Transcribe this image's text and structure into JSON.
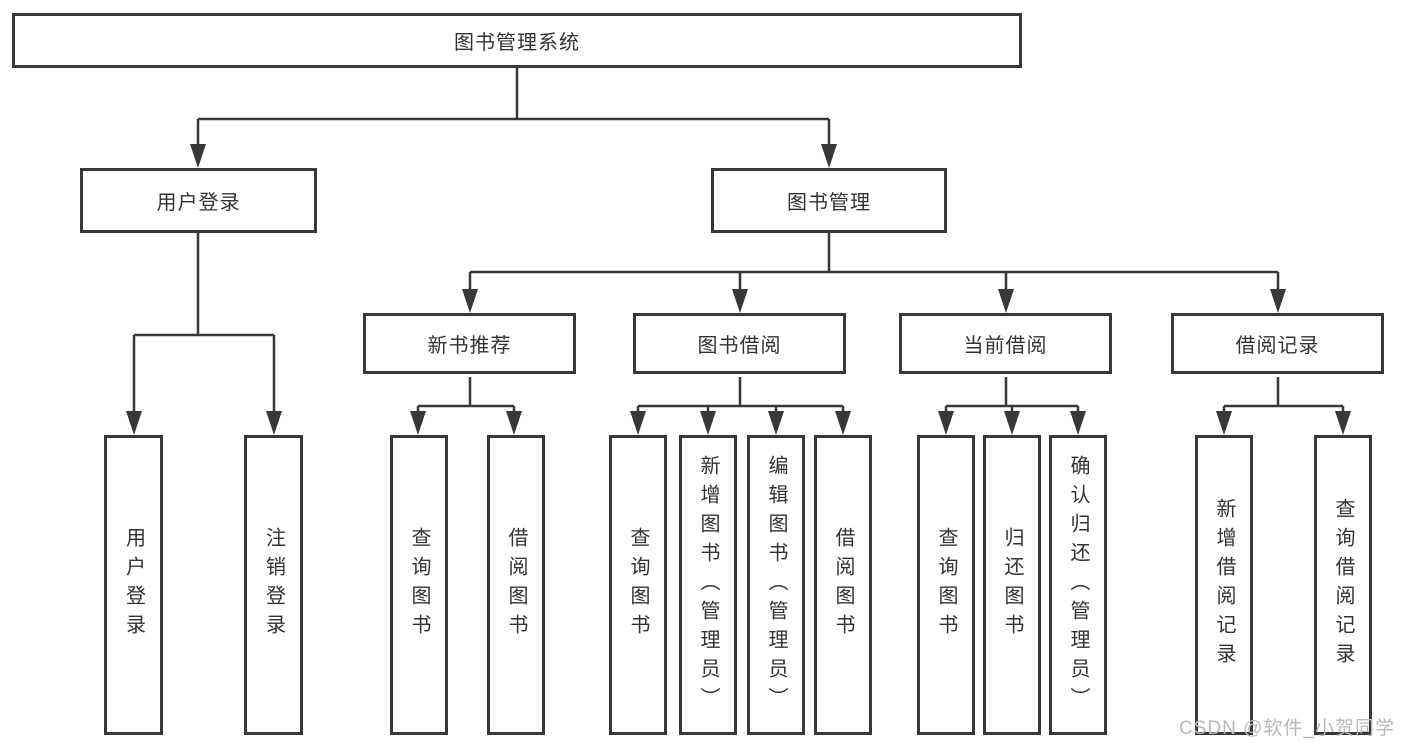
{
  "tree": {
    "label": "图书管理系统",
    "children": [
      {
        "label": "用户登录",
        "children": [
          {
            "label": "用户登录"
          },
          {
            "label": "注销登录"
          }
        ]
      },
      {
        "label": "图书管理",
        "children": [
          {
            "label": "新书推荐",
            "children": [
              {
                "label": "查询图书"
              },
              {
                "label": "借阅图书"
              }
            ]
          },
          {
            "label": "图书借阅",
            "children": [
              {
                "label": "查询图书"
              },
              {
                "label": "新增图书（管理员）"
              },
              {
                "label": "编辑图书（管理员）"
              },
              {
                "label": "借阅图书"
              }
            ]
          },
          {
            "label": "当前借阅",
            "children": [
              {
                "label": "查询图书"
              },
              {
                "label": "归还图书"
              },
              {
                "label": "确认归还（管理员）"
              }
            ]
          },
          {
            "label": "借阅记录",
            "children": [
              {
                "label": "新增借阅记录"
              },
              {
                "label": "查询借阅记录"
              }
            ]
          }
        ]
      }
    ]
  },
  "watermark": {
    "text": "CSDN @软件_小贺同学"
  },
  "colors": {
    "line": "#383838",
    "text": "#333333",
    "background": "#ffffff",
    "watermark": "#b9b9b9"
  }
}
